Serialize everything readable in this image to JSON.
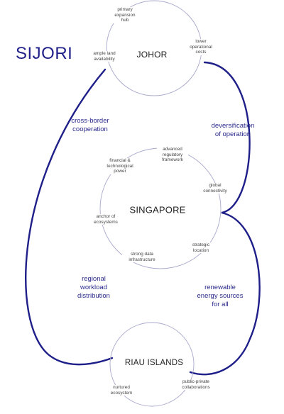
{
  "title": "SIJORI",
  "colors": {
    "loop": "#1f1f8a",
    "circle": "#a8a8cc",
    "edge_text": "#2a2a8c"
  },
  "nodes": {
    "johor": {
      "name": "JOHOR",
      "labels": {
        "primary_expansion_hub": "primary\nexpansion\nhub",
        "lower_operational_costs": "lower\noperational\ncosts",
        "ample_land_availability": "ample land\navailability"
      }
    },
    "singapore": {
      "name": "SINGAPORE",
      "labels": {
        "advanced_regulatory_framework": "advanced\nregulatory\nframework",
        "financial_technological_power": "financial &\ntechnological\npower",
        "global_connectivity": "global\nconnectivity",
        "anchor_of_ecosystems": "anchor of\necosystems",
        "strategic_location": "strategic\nlocation",
        "strong_data_infrastructure": "strong data\ninfrastructure"
      }
    },
    "riau": {
      "name": "RIAU ISLANDS",
      "labels": {
        "nurtured_ecosystem": "nurtured\necosystem",
        "public_private_collaborations": "public-private\ncollaborations"
      }
    }
  },
  "edges": {
    "cross_border_cooperation": "cross-border\ncooperation",
    "diversification_of_operation": "deversification\nof operation",
    "regional_workload_distribution": "regional\nworkload\ndistribution",
    "renewable_energy_sources": "renewable\nenergy sources\nfor all"
  }
}
